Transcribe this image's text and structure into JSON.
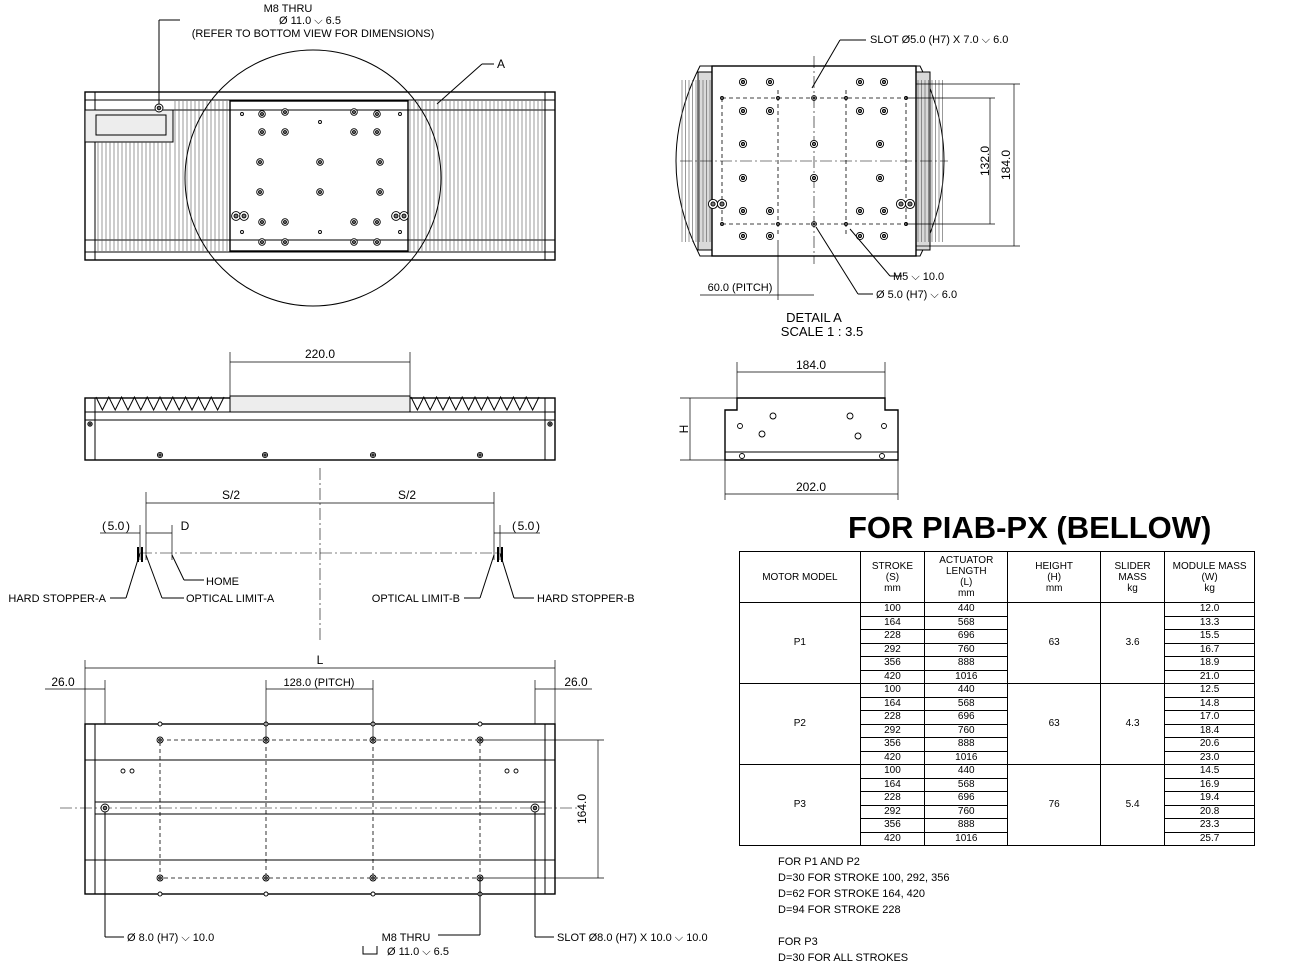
{
  "title": "FOR PIAB-PX (BELLOW)",
  "top_view": {
    "callout_m8_line1": "M8 THRU",
    "callout_m8_line2": "Ø 11.0 ⌵ 6.5",
    "callout_m8_line3": "(REFER TO BOTTOM VIEW FOR DIMENSIONS)",
    "detail_marker": "A"
  },
  "detail_a": {
    "slot": "SLOT Ø5.0 (H7) X 7.0 ⌵ 6.0",
    "dim_132": "132.0",
    "dim_184": "184.0",
    "m5": "M5 ⌵ 10.0",
    "pin": "Ø 5.0 (H7) ⌵ 6.0",
    "pitch": "60.0 (PITCH)",
    "label": "DETAIL A",
    "scale": "SCALE 1 : 3.5"
  },
  "side_view": {
    "dim_220": "220.0",
    "s_half_left": "S/2",
    "s_half_right": "S/2",
    "dim_5_left": "5.0",
    "dim_5_right": "5.0",
    "d_label": "D",
    "home": "HOME",
    "hard_stopper_a": "HARD STOPPER-A",
    "optical_limit_a": "OPTICAL LIMIT-A",
    "optical_limit_b": "OPTICAL LIMIT-B",
    "hard_stopper_b": "HARD STOPPER-B"
  },
  "end_view": {
    "dim_184": "184.0",
    "dim_202": "202.0",
    "h_label": "H"
  },
  "bottom_view": {
    "l_label": "L",
    "dim_26_left": "26.0",
    "dim_26_right": "26.0",
    "pitch": "128.0 (PITCH)",
    "dim_164": "164.0",
    "pin": "Ø 8.0 (H7) ⌵ 10.0",
    "m8_line1": "M8 THRU",
    "m8_line2": "Ø 11.0 ⌵ 6.5",
    "slot": "SLOT Ø8.0 (H7) X 10.0 ⌵ 10.0"
  },
  "table": {
    "headers": [
      "MOTOR MODEL",
      "STROKE\n(S)\nmm",
      "ACTUATOR\nLENGTH\n(L)\nmm",
      "HEIGHT\n(H)\nmm",
      "SLIDER\nMASS\nkg",
      "MODULE MASS\n(W)\nkg"
    ],
    "groups": [
      {
        "model": "P1",
        "height": "63",
        "slider_mass": "3.6",
        "rows": [
          [
            "100",
            "440",
            "12.0"
          ],
          [
            "164",
            "568",
            "13.3"
          ],
          [
            "228",
            "696",
            "15.5"
          ],
          [
            "292",
            "760",
            "16.7"
          ],
          [
            "356",
            "888",
            "18.9"
          ],
          [
            "420",
            "1016",
            "21.0"
          ]
        ]
      },
      {
        "model": "P2",
        "height": "63",
        "slider_mass": "4.3",
        "rows": [
          [
            "100",
            "440",
            "12.5"
          ],
          [
            "164",
            "568",
            "14.8"
          ],
          [
            "228",
            "696",
            "17.0"
          ],
          [
            "292",
            "760",
            "18.4"
          ],
          [
            "356",
            "888",
            "20.6"
          ],
          [
            "420",
            "1016",
            "23.0"
          ]
        ]
      },
      {
        "model": "P3",
        "height": "76",
        "slider_mass": "5.4",
        "rows": [
          [
            "100",
            "440",
            "14.5"
          ],
          [
            "164",
            "568",
            "16.9"
          ],
          [
            "228",
            "696",
            "19.4"
          ],
          [
            "292",
            "760",
            "20.8"
          ],
          [
            "356",
            "888",
            "23.3"
          ],
          [
            "420",
            "1016",
            "25.7"
          ]
        ]
      }
    ]
  },
  "notes": [
    "FOR P1 AND P2",
    "D=30 FOR STROKE 100, 292, 356",
    "D=62 FOR STROKE 164, 420",
    "D=94 FOR STROKE 228",
    "",
    "FOR P3",
    "D=30 FOR ALL STROKES"
  ]
}
